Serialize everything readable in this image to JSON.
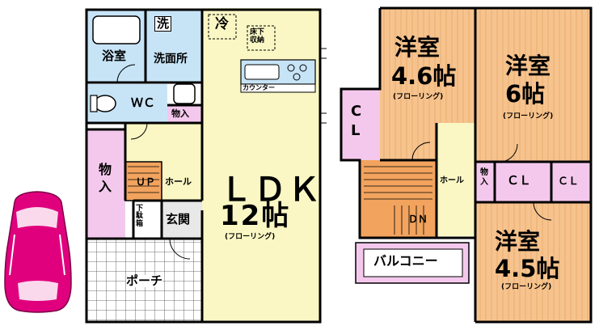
{
  "colors": {
    "wet": "#c7e4f7",
    "storage": "#f4c8ec",
    "hall": "#faf7c4",
    "ldk": "#faf7c4",
    "bedroom": "#f6c38e",
    "stair": "#f2a35e",
    "balcony": "#f4c8ec",
    "car": "#e0007e",
    "wall": "#000000"
  },
  "first_floor": {
    "bath": "浴室",
    "washer": "洗",
    "washroom": "洗面所",
    "fridge": "冷",
    "underfloor": "床下\n収納",
    "counter": "カウンター",
    "wc": "ＷＣ",
    "closet_small": "物入",
    "storage_left": "物\n入",
    "up": "ＵＰ",
    "hall": "ホール",
    "shoe_box": "下\n駄\n箱",
    "entrance": "玄関",
    "porch": "ポーチ",
    "ldk_name": "ＬＤＫ",
    "ldk_size": "12帖",
    "ldk_floor": "(フローリング)"
  },
  "second_floor": {
    "room1_name": "洋室",
    "room1_size": "4.6帖",
    "room1_floor": "(フローリング)",
    "room2_name": "洋室",
    "room2_size": "6帖",
    "room2_floor": "(フローリング)",
    "room3_name": "洋室",
    "room3_size": "4.5帖",
    "room3_floor": "(フローリング)",
    "cl_left": "C\nL",
    "cl_mid": "ＣＬ",
    "cl_right": "ＣＬ",
    "storage_small": "物\n入",
    "hall": "ホール",
    "dn": "ＤＮ",
    "balcony": "バルコニー"
  },
  "icons": [
    "car-icon",
    "bathtub-icon",
    "toilet-icon",
    "sink-icon",
    "stove-icon",
    "stair-icon",
    "door-swing-icon"
  ]
}
